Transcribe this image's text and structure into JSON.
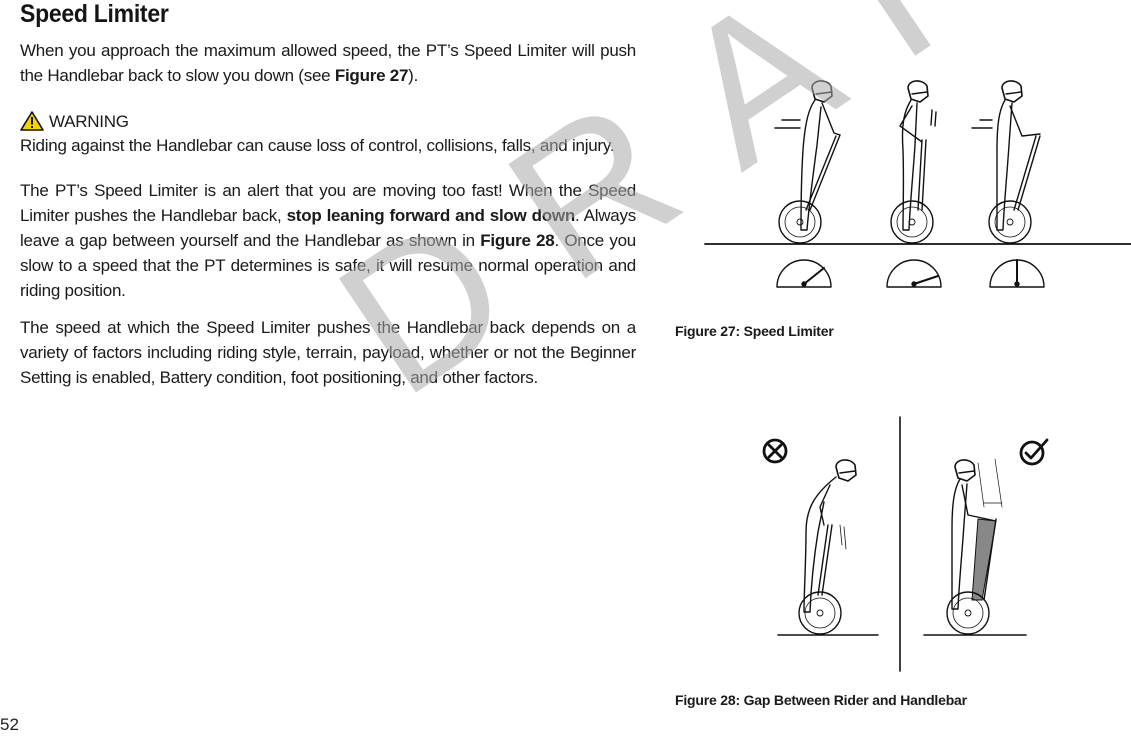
{
  "heading": "Speed Limiter",
  "intro": {
    "text": "When you approach the maximum allowed speed, the PT’s Speed Limiter will push the Handlebar back to slow you down (see ",
    "link": "Figure 27",
    "end": ")."
  },
  "warning": {
    "label": "WARNING",
    "text": "Riding against the Handlebar can cause loss of control, collisions, falls, and injury."
  },
  "para2": {
    "a": "The PT’s Speed Limiter is an alert that you are moving too fast! When the Speed Limiter pushes the Handlebar back, ",
    "bold": "stop leaning forward and slow down",
    "b": ". Always leave a gap between yourself and the Handlebar as shown in ",
    "link": "Figure 28",
    "c": ". Once you slow to a speed that the PT determines is safe, it will resume normal operation and riding position."
  },
  "para3": "The speed at which the Speed Limiter pushes the Handlebar back depends on a variety of factors including riding style, terrain, payload, whether or not the Beginner Setting is enabled, Battery condition, foot positioning, and other factors.",
  "figure27_caption": "Figure 27: Speed Limiter",
  "figure28_caption": "Figure 28: Gap Between Rider and Handlebar",
  "page_number": "52",
  "watermark": "DRAFT",
  "icons": {
    "warning": "warning-triangle-icon",
    "wrong": "cross-circle-icon",
    "right": "check-circle-icon"
  }
}
